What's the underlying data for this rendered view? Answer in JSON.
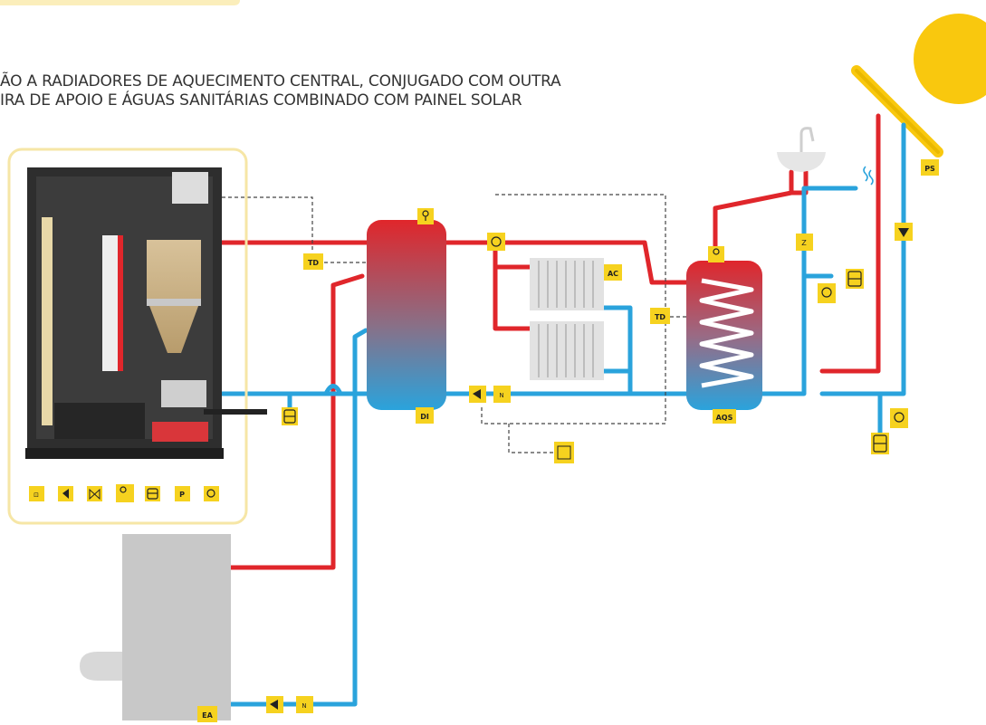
{
  "title": {
    "line1": "ÃO A RADIADORES DE AQUECIMENTO CENTRAL, CONJUGADO COM OUTRA",
    "line2": "IRA DE APOIO E ÁGUAS SANITÁRIAS COMBINADO COM PAINEL SOLAR"
  },
  "labels": {
    "td_boiler": "TD",
    "td_tank": "TD",
    "di": "DI",
    "ac": "AC",
    "aqs": "AQS",
    "ps": "PS",
    "ea": "EA",
    "z": "Z",
    "p": "P"
  },
  "colors": {
    "hot_pipe": "#e0262b",
    "cold_pipe": "#2aa3dc",
    "label_bg": "#f6d21f",
    "sun": "#f9c80e",
    "boiler_frame": "#f6e6a6"
  },
  "icons": [
    "thermostat-icon",
    "pump-icon",
    "valve-icon",
    "temperature-sensor-icon",
    "expansion-vessel-icon",
    "pressure-icon",
    "safety-valve-icon",
    "controller-icon",
    "check-valve-icon"
  ]
}
